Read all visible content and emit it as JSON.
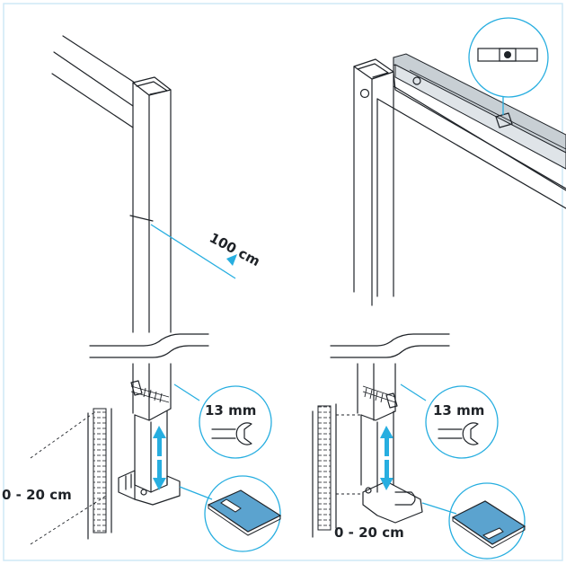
{
  "labels": {
    "height_mark": "100 cm",
    "wrench_size_left": "13 mm",
    "wrench_size_right": "13 mm",
    "adjust_range_left": "0 - 20 cm",
    "adjust_range_right": "0 - 20 cm"
  },
  "icons": {
    "left_wrench": "wrench-icon",
    "right_wrench": "wrench-icon",
    "left_shim": "shim-plate-icon",
    "right_shim": "shim-plate-icon",
    "spirit_level": "spirit-level-icon"
  },
  "colors": {
    "accent": "#27aee0",
    "line": "#1f2328",
    "shim_fill": "#5ba3cf",
    "frame_border": "#cfe8f5"
  }
}
